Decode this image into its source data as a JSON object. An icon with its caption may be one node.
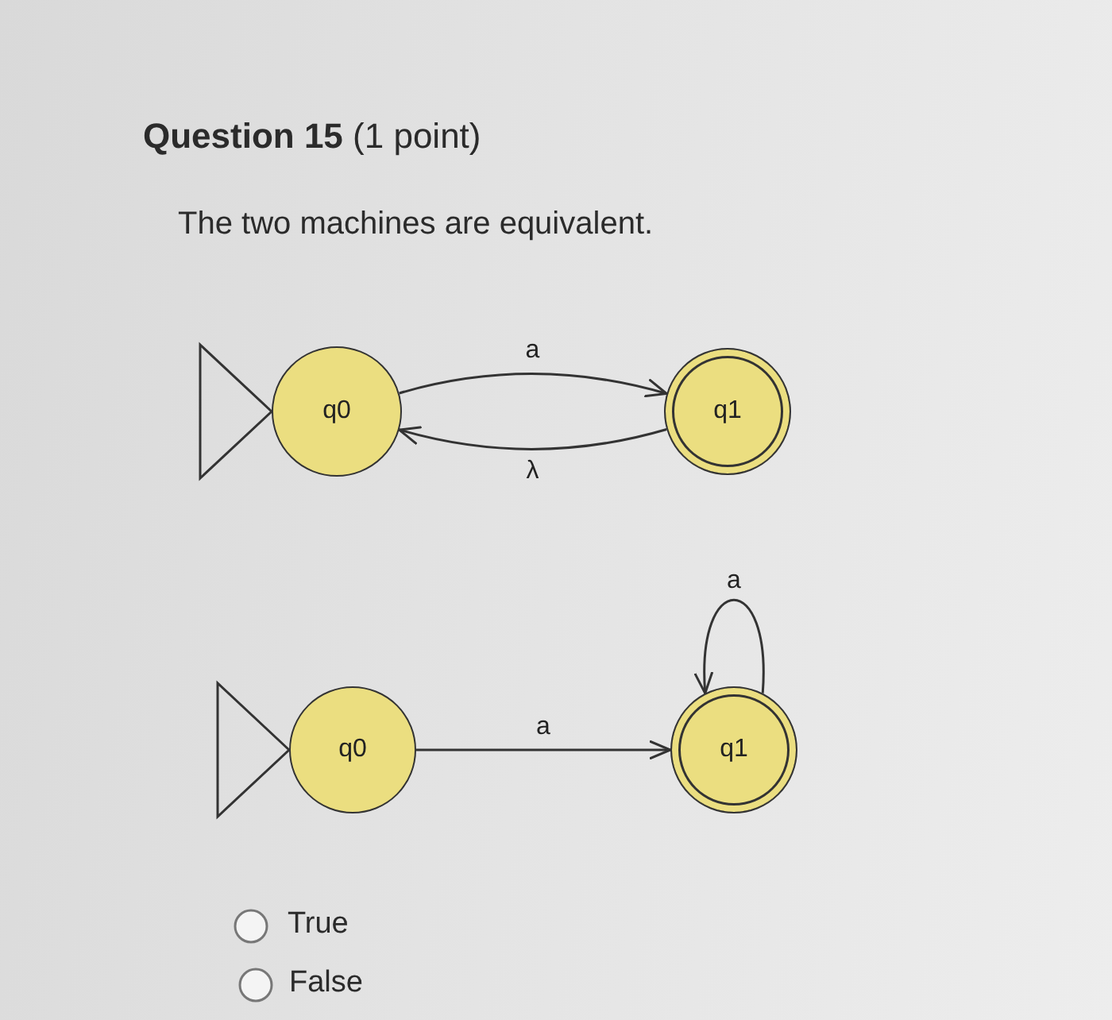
{
  "diagram": {
    "title": "**Question 15** (1 point)",
    "nodes": [
      {
        "text": [
          "q0"
        ]
      },
      {
        "text": [
          "q1"
        ]
      },
      {
        "text": [
          "q0"
        ]
      },
      {
        "text": [
          "q1"
        ]
      }
    ],
    "edges": [
      {
        "from": 0,
        "to": 1,
        "arrow": "to",
        "label": "a"
      },
      {
        "from": 1,
        "to": 0,
        "arrow": "to",
        "label": "λ"
      },
      {
        "from": 2,
        "to": 3,
        "arrow": "to",
        "label": "a"
      },
      {
        "from": 3,
        "to": 3,
        "arrow": "to",
        "label": "a"
      }
    ],
    "labels": [
      "The two machines are equivalent.",
      "True",
      "False"
    ]
  }
}
